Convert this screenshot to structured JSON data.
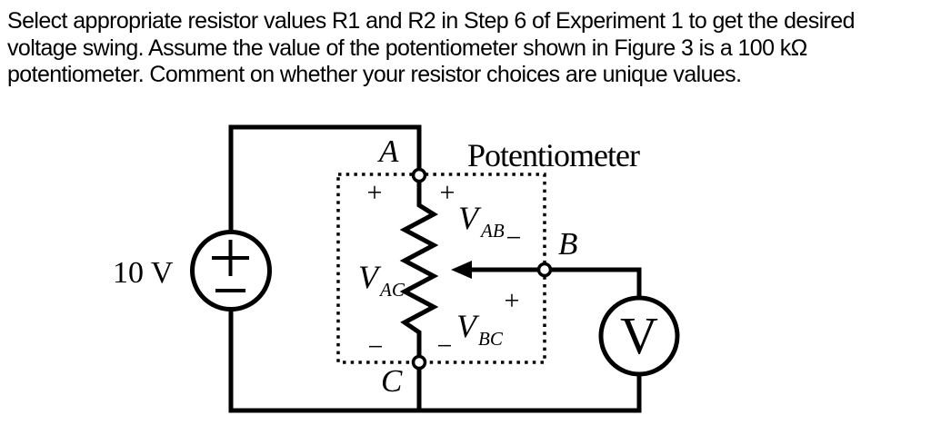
{
  "question": {
    "lines": [
      "Select appropriate resistor values R1 and R2 in Step 6 of Experiment 1 to get the desired",
      "voltage swing. Assume the value of the potentiometer shown in Figure 3 is a 100 kΩ",
      "potentiometer. Comment on whether your resistor choices are unique values."
    ]
  },
  "circuit": {
    "source": {
      "label": "10 V"
    },
    "potentiometer": {
      "label": "Potentiometer"
    },
    "terminals": {
      "a": "A",
      "b": "B",
      "c": "C"
    },
    "voltmeter": {
      "label": "V"
    },
    "voltages": {
      "vab": {
        "symbol": "V",
        "subscript": "AB"
      },
      "vac": {
        "symbol": "V",
        "subscript": "AC"
      },
      "vbc": {
        "symbol": "V",
        "subscript": "BC"
      }
    },
    "signs": {
      "plus": "+",
      "minus": "−"
    },
    "colors": {
      "ink": "#000000",
      "background": "#ffffff"
    }
  }
}
